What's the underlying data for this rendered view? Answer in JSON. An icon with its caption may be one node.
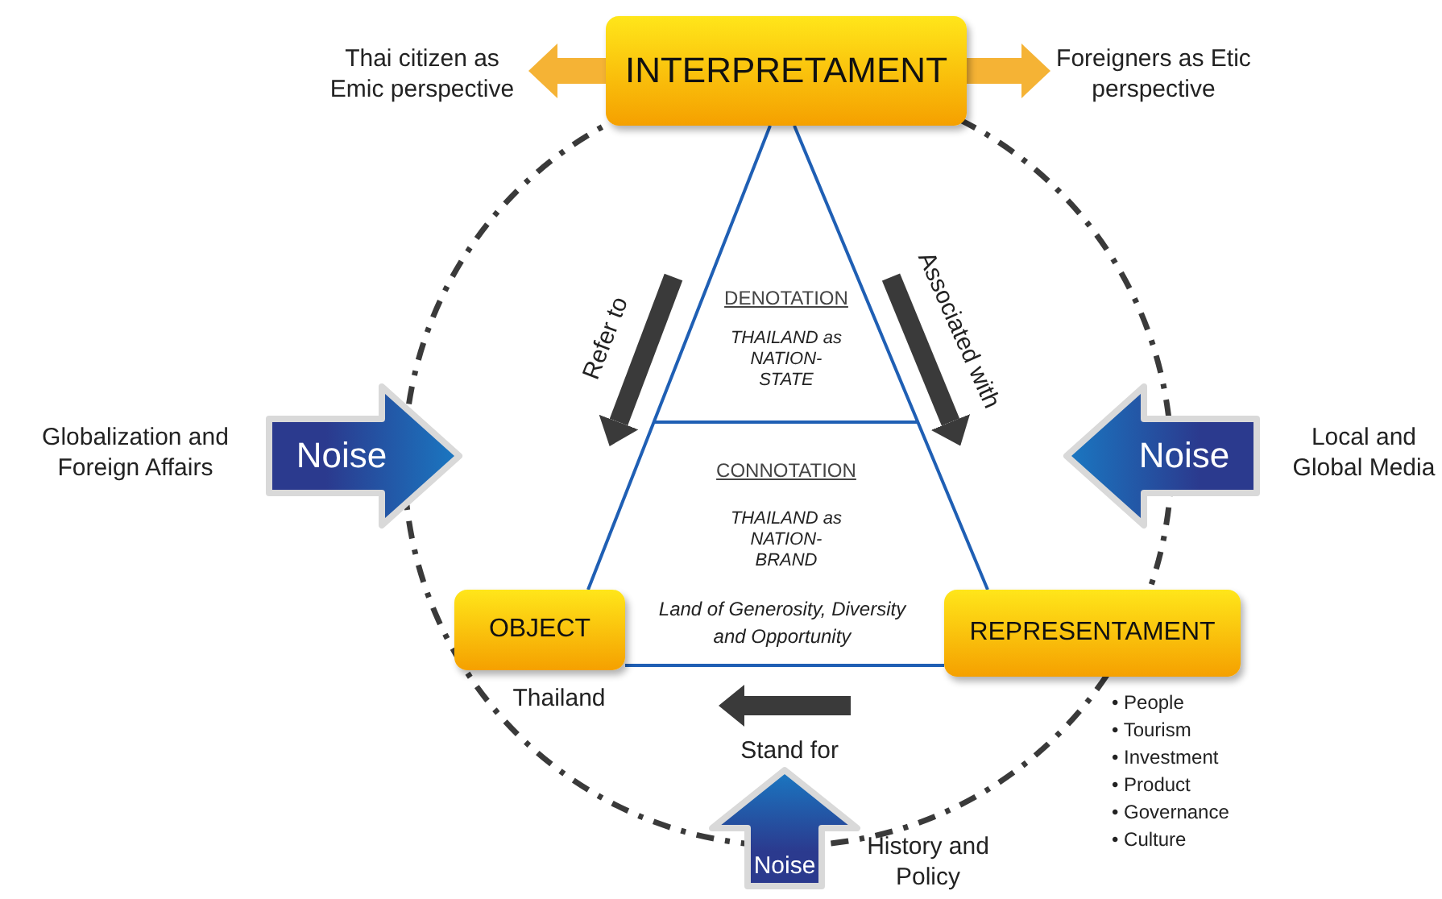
{
  "diagram": {
    "nodes": [
      {
        "text": [
          "INTERPRETAMENT"
        ]
      },
      {
        "text": [
          "Thai citizen as Emic perspective"
        ]
      },
      {
        "text": [
          "Foreigners as Etic perspective"
        ]
      },
      {
        "text": [
          "Noise"
        ],
        "beside": [
          "Globalization and Foreign Affairs"
        ]
      },
      {
        "text": [
          "Noise"
        ],
        "beside": [
          "Local and Global Media"
        ]
      },
      {
        "text": [
          "OBJECT"
        ],
        "beside": [
          "Thailand"
        ]
      },
      {
        "text": [
          "REPRESENTAMENT"
        ],
        "beside": [
          "• People",
          "• Tourism",
          "• Investment",
          "• Product",
          "• Governance",
          "• Culture"
        ]
      },
      {
        "text": [
          "Noise"
        ],
        "beside": [
          "History and Policy"
        ]
      }
    ],
    "edges": [
      {
        "from": 0,
        "to": 1,
        "arrow": "to",
        "style": "thick",
        "color": "#f5b335"
      },
      {
        "from": 0,
        "to": 2,
        "arrow": "to",
        "style": "thick",
        "color": "#f5b335"
      },
      {
        "from": 0,
        "to": 5,
        "arrow": "none",
        "label": "Refer to"
      },
      {
        "from": 0,
        "to": 6,
        "arrow": "none",
        "label": "Associated with"
      },
      {
        "from": 6,
        "to": 5,
        "arrow": "none",
        "label": "Stand for"
      }
    ],
    "labels": [
      "DENOTATION",
      "THAILAND as NATION-STATE",
      "CONNOTATION",
      "THAILAND as NATION-BRAND",
      "Land of Generosity, Diversity and Opportunity"
    ]
  }
}
